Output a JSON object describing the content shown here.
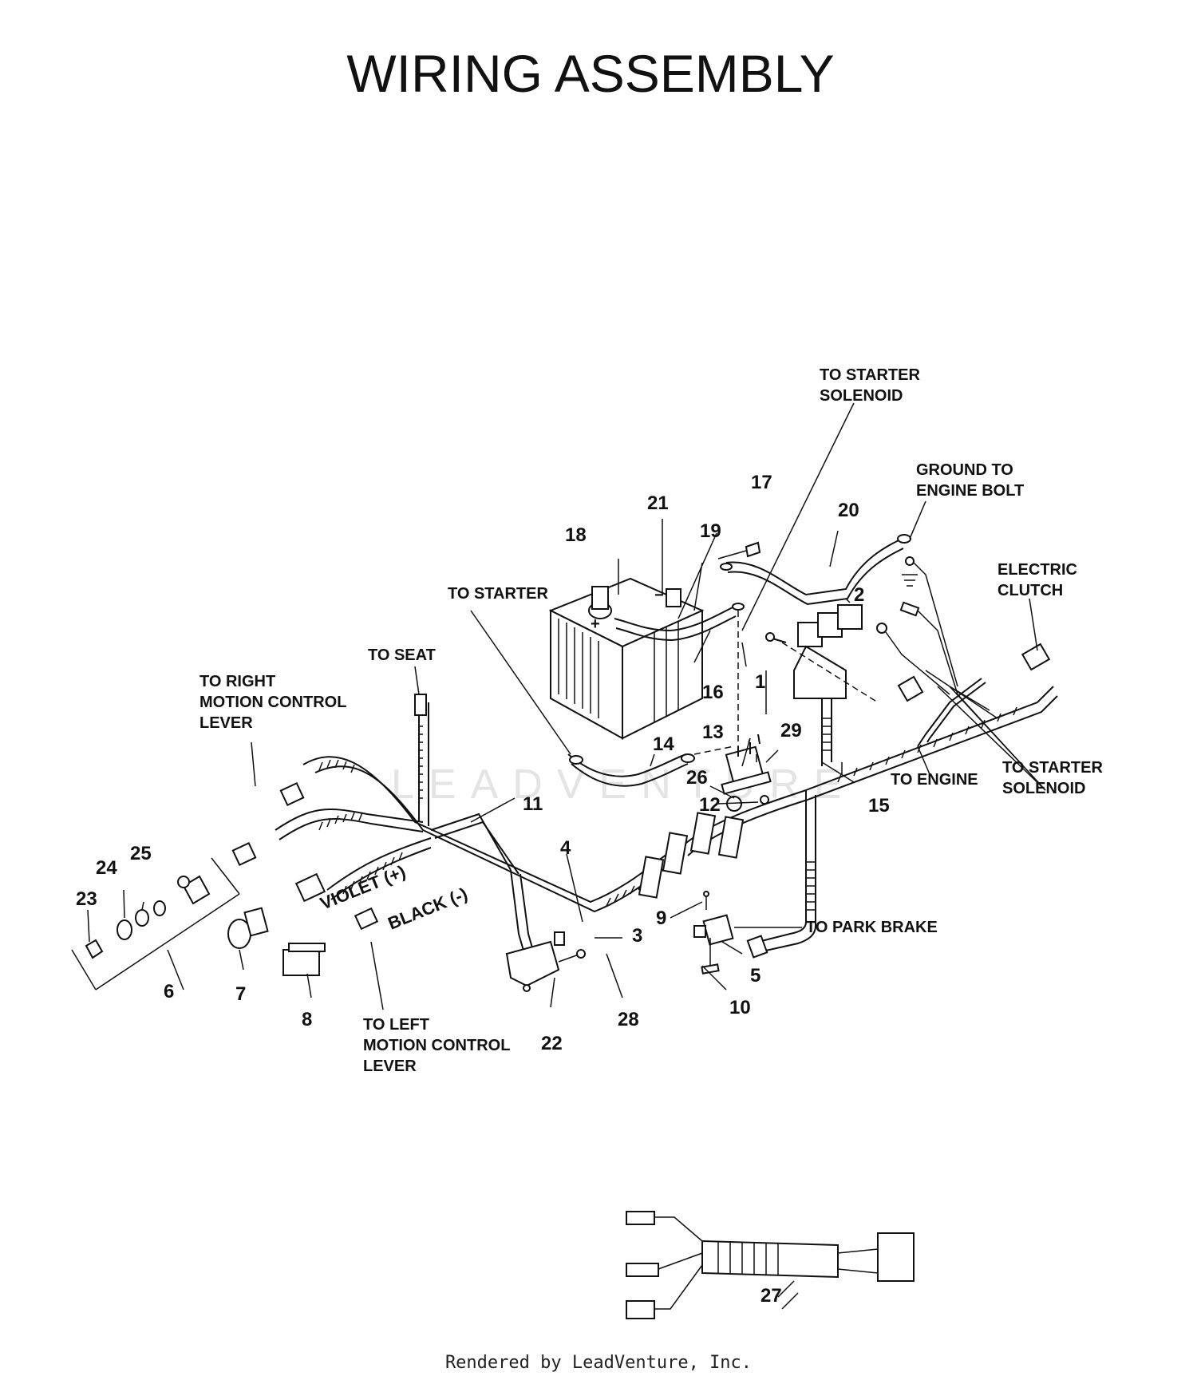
{
  "title": "WIRING ASSEMBLY",
  "footer": "Rendered by LeadVenture, Inc.",
  "watermark": "LEADVENTURE",
  "callouts": [
    "1",
    "2",
    "3",
    "4",
    "5",
    "6",
    "7",
    "8",
    "9",
    "10",
    "11",
    "12",
    "13",
    "14",
    "15",
    "16",
    "17",
    "18",
    "19",
    "20",
    "21",
    "22",
    "23",
    "24",
    "25",
    "26",
    "27",
    "28",
    "29"
  ],
  "notes": {
    "to_starter_solenoid_top": [
      "TO STARTER",
      "SOLENOID"
    ],
    "ground_to_engine_bolt": [
      "GROUND TO",
      "ENGINE BOLT"
    ],
    "electric_clutch": [
      "ELECTRIC",
      "CLUTCH"
    ],
    "to_starter": "TO STARTER",
    "to_seat": "TO SEAT",
    "to_right_motion_control_lever": [
      "TO RIGHT",
      "MOTION CONTROL",
      "LEVER"
    ],
    "to_engine": "TO ENGINE",
    "to_starter_solenoid_right": [
      "TO STARTER",
      "SOLENOID"
    ],
    "to_park_brake": "TO PARK BRAKE",
    "to_left_motion_control_lever": [
      "TO LEFT",
      "MOTION CONTROL",
      "LEVER"
    ]
  },
  "wire_labels": {
    "violet": "VIOLET (+)",
    "black": "BLACK (-)"
  }
}
